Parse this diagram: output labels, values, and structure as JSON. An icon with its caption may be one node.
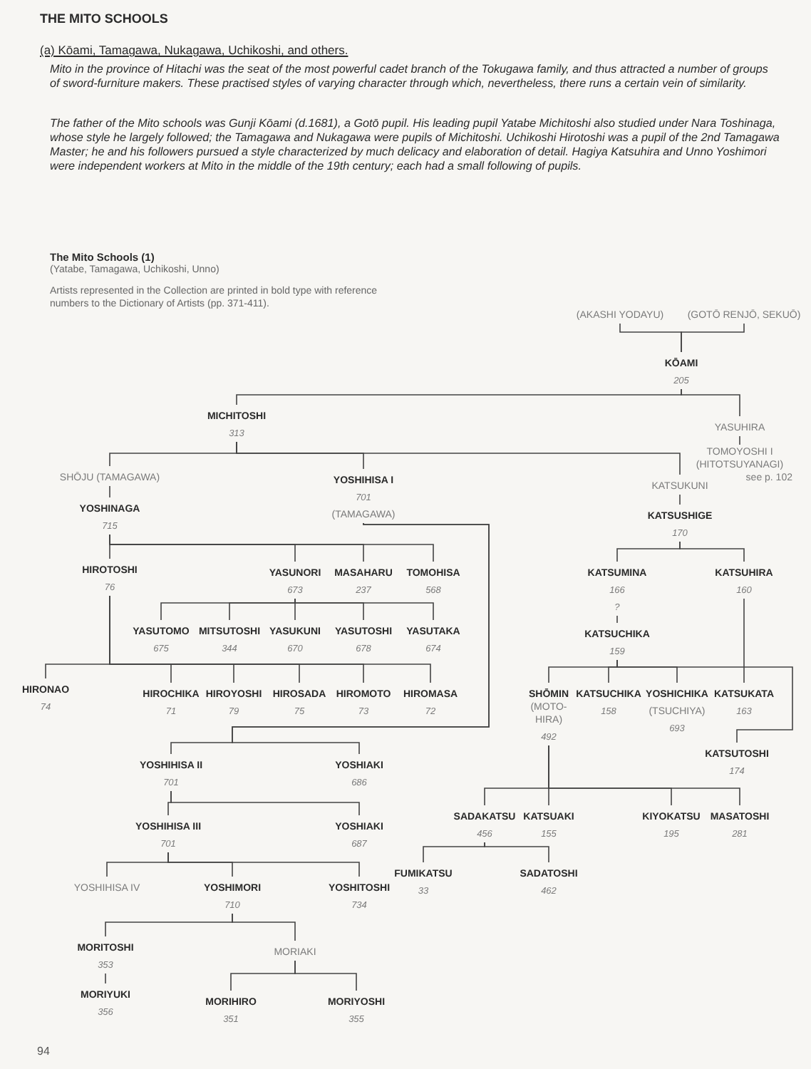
{
  "diagram": {
    "title": "THE MITO SCHOOLS",
    "nodes": [
      {
        "text": [
          "(AKASHI YODAYU)"
        ]
      },
      {
        "text": [
          "(GOTŌ RENJŌ, SEKUŌ)"
        ]
      },
      {
        "text": [
          "KŌAMI",
          "205"
        ]
      },
      {
        "text": [
          "MICHITOSHI",
          "313"
        ]
      },
      {
        "text": [
          "YASUHIRA"
        ]
      },
      {
        "text": [
          "TOMOYOSHI I (HITOTSUYANAGI)"
        ],
        "beside": [
          "see p. 102"
        ]
      },
      {
        "text": [
          "SHŌJU (TAMAGAWA)"
        ]
      },
      {
        "text": [
          "YOSHIHISA I",
          "701",
          "(TAMAGAWA)"
        ]
      },
      {
        "text": [
          "KATSUKUNI"
        ]
      },
      {
        "text": [
          "YOSHINAGA",
          "715"
        ]
      },
      {
        "text": [
          "KATSUSHIGE",
          "170"
        ]
      },
      {
        "text": [
          "HIROTOSHI",
          "76"
        ]
      },
      {
        "text": [
          "YASUNORI",
          "673"
        ]
      },
      {
        "text": [
          "MASAHARU",
          "237"
        ]
      },
      {
        "text": [
          "TOMOHISA",
          "568"
        ]
      },
      {
        "text": [
          "KATSUMINA",
          "166",
          "?"
        ]
      },
      {
        "text": [
          "KATSUHIRA",
          "160"
        ]
      },
      {
        "text": [
          "YASUTOMO",
          "675"
        ]
      },
      {
        "text": [
          "MITSUTOSHI",
          "344"
        ]
      },
      {
        "text": [
          "YASUKUNI",
          "670"
        ]
      },
      {
        "text": [
          "YASUTOSHI",
          "678"
        ]
      },
      {
        "text": [
          "YASUTAKA",
          "674"
        ]
      },
      {
        "text": [
          "KATSUCHIKA",
          "159"
        ]
      },
      {
        "text": [
          "HIRONAO",
          "74"
        ]
      },
      {
        "text": [
          "HIROCHIKA",
          "71"
        ]
      },
      {
        "text": [
          "HIROYOSHI",
          "79"
        ]
      },
      {
        "text": [
          "HIROSADA",
          "75"
        ]
      },
      {
        "text": [
          "HIROMOTO",
          "73"
        ]
      },
      {
        "text": [
          "HIROMASA",
          "72"
        ]
      },
      {
        "text": [
          "SHŌMIN",
          "(MOTO-HIRA)",
          "492"
        ]
      },
      {
        "text": [
          "KATSUCHIKA",
          "158"
        ]
      },
      {
        "text": [
          "YOSHICHIKA",
          "(TSUCHIYA)",
          "693"
        ]
      },
      {
        "text": [
          "KATSUKATA",
          "163"
        ]
      },
      {
        "text": [
          "KATSUTOSHI",
          "174"
        ]
      },
      {
        "text": [
          "YOSHIHISA II",
          "701"
        ]
      },
      {
        "text": [
          "YOSHIAKI",
          "686"
        ]
      },
      {
        "text": [
          "SADAKATSU",
          "456"
        ]
      },
      {
        "text": [
          "KATSUAKI",
          "155"
        ]
      },
      {
        "text": [
          "KIYOKATSU",
          "195"
        ]
      },
      {
        "text": [
          "MASATOSHI",
          "281"
        ]
      },
      {
        "text": [
          "YOSHIHISA III",
          "701"
        ]
      },
      {
        "text": [
          "YOSHIAKI",
          "687"
        ]
      },
      {
        "text": [
          "FUMIKATSU",
          "33"
        ]
      },
      {
        "text": [
          "SADATOSHI",
          "462"
        ]
      },
      {
        "text": [
          "YOSHIHISA IV"
        ]
      },
      {
        "text": [
          "YOSHIMORI",
          "710"
        ]
      },
      {
        "text": [
          "YOSHITOSHI",
          "734"
        ]
      },
      {
        "text": [
          "MORITOSHI",
          "353"
        ]
      },
      {
        "text": [
          "MORIAKI"
        ]
      },
      {
        "text": [
          "MORIYUKI",
          "356"
        ]
      },
      {
        "text": [
          "MORIHIRO",
          "351"
        ]
      },
      {
        "text": [
          "MORIYOSHI",
          "355"
        ]
      }
    ],
    "edges": [
      {
        "from": 0,
        "to": 2,
        "arrow": "none"
      },
      {
        "from": 1,
        "to": 2,
        "arrow": "none"
      },
      {
        "from": 2,
        "to": 3,
        "arrow": "none"
      },
      {
        "from": 2,
        "to": 4,
        "arrow": "none"
      },
      {
        "from": 3,
        "to": 6,
        "arrow": "none"
      },
      {
        "from": 3,
        "to": 7,
        "arrow": "none"
      },
      {
        "from": 3,
        "to": 8,
        "arrow": "none"
      },
      {
        "from": 4,
        "to": 5,
        "arrow": "none"
      },
      {
        "from": 6,
        "to": 9,
        "arrow": "none"
      },
      {
        "from": 8,
        "to": 10,
        "arrow": "none"
      },
      {
        "from": 9,
        "to": 11,
        "arrow": "none"
      },
      {
        "from": 9,
        "to": 12,
        "arrow": "none"
      },
      {
        "from": 9,
        "to": 13,
        "arrow": "none"
      },
      {
        "from": 9,
        "to": 14,
        "arrow": "none"
      },
      {
        "from": 10,
        "to": 15,
        "arrow": "none"
      },
      {
        "from": 10,
        "to": 16,
        "arrow": "none"
      },
      {
        "from": 12,
        "to": 17,
        "arrow": "none"
      },
      {
        "from": 12,
        "to": 18,
        "arrow": "none"
      },
      {
        "from": 12,
        "to": 19,
        "arrow": "none"
      },
      {
        "from": 12,
        "to": 20,
        "arrow": "none"
      },
      {
        "from": 12,
        "to": 21,
        "arrow": "none"
      },
      {
        "from": 15,
        "to": 22,
        "arrow": "none"
      },
      {
        "from": 11,
        "to": 23,
        "arrow": "none"
      },
      {
        "from": 11,
        "to": 24,
        "arrow": "none"
      },
      {
        "from": 11,
        "to": 25,
        "arrow": "none"
      },
      {
        "from": 11,
        "to": 26,
        "arrow": "none"
      },
      {
        "from": 11,
        "to": 27,
        "arrow": "none"
      },
      {
        "from": 11,
        "to": 28,
        "arrow": "none"
      },
      {
        "from": 22,
        "to": 29,
        "arrow": "none"
      },
      {
        "from": 22,
        "to": 30,
        "arrow": "none"
      },
      {
        "from": 22,
        "to": 31,
        "arrow": "none"
      },
      {
        "from": 22,
        "to": 33,
        "arrow": "none"
      },
      {
        "from": 16,
        "to": 32,
        "arrow": "none"
      },
      {
        "from": 7,
        "to": 34,
        "arrow": "none"
      },
      {
        "from": 7,
        "to": 35,
        "arrow": "none"
      },
      {
        "from": 29,
        "to": 36,
        "arrow": "none"
      },
      {
        "from": 29,
        "to": 37,
        "arrow": "none"
      },
      {
        "from": 29,
        "to": 38,
        "arrow": "none"
      },
      {
        "from": 29,
        "to": 39,
        "arrow": "none"
      },
      {
        "from": 34,
        "to": 40,
        "arrow": "none"
      },
      {
        "from": 34,
        "to": 41,
        "arrow": "none"
      },
      {
        "from": 36,
        "to": 42,
        "arrow": "none"
      },
      {
        "from": 36,
        "to": 43,
        "arrow": "none"
      },
      {
        "from": 40,
        "to": 44,
        "arrow": "none"
      },
      {
        "from": 40,
        "to": 45,
        "arrow": "none"
      },
      {
        "from": 40,
        "to": 46,
        "arrow": "none"
      },
      {
        "from": 45,
        "to": 47,
        "arrow": "none"
      },
      {
        "from": 45,
        "to": 48,
        "arrow": "none"
      },
      {
        "from": 47,
        "to": 49,
        "arrow": "none"
      },
      {
        "from": 48,
        "to": 50,
        "arrow": "none"
      },
      {
        "from": 48,
        "to": 51,
        "arrow": "none"
      }
    ],
    "labels": [
      "(a) Kōami, Tamagawa, Nukagawa, Uchikoshi, and others.",
      "Mito in the province of Hitachi was the seat of the most powerful cadet branch of the Tokugawa family, and thus attracted a number of groups of sword-furniture makers. These practised styles of varying character through which, nevertheless, there runs a certain vein of similarity.",
      "The father of the Mito schools was Gunji Kōami (d.1681), a Gotō pupil. His leading pupil Yatabe Michitoshi also studied under Nara Toshinaga, whose style he largely followed; the Tamagawa and Nukagawa were pupils of Michitoshi. Uchikoshi Hirotoshi was a pupil of the 2nd Tamagawa Master; he and his followers pursued a style characterized by much delicacy and elaboration of detail. Hagiya Katsuhira and Unno Yoshimori were independent workers at Mito in the middle of the 19th century; each had a small following of pupils.",
      "The Mito Schools (1)",
      "(Yatabe, Tamagawa, Uchikoshi, Unno)",
      "Artists represented in the Collection are printed in bold type with reference numbers to the Dictionary of Artists (pp. 371-411).",
      "94"
    ]
  }
}
